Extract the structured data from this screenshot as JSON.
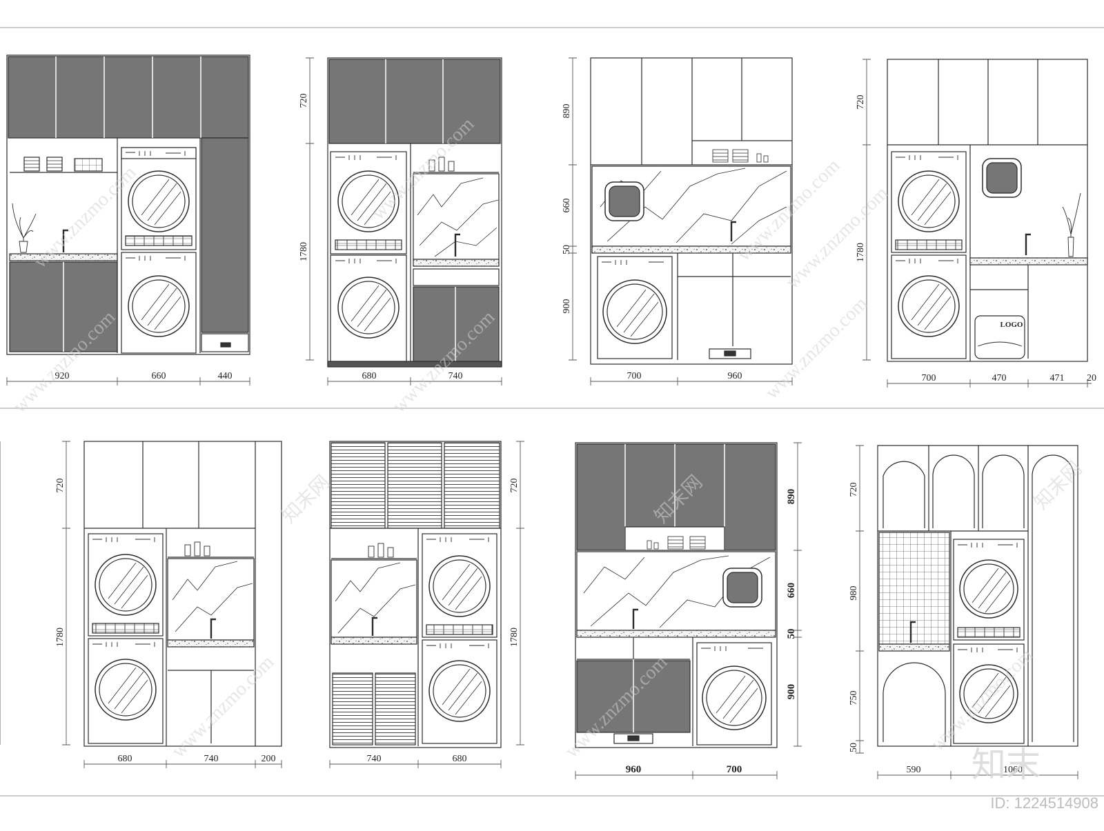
{
  "colors": {
    "panel_dark": "#767676",
    "line": "#2a2a2a",
    "dim_line": "#555555",
    "frame": "#9a9a9a",
    "watermark": "#cfcfcf"
  },
  "elevations": [
    {
      "id": "e1",
      "bottom_dims": [
        "920",
        "660",
        "440"
      ],
      "side_dims": []
    },
    {
      "id": "e2",
      "bottom_dims": [
        "680",
        "740"
      ],
      "side_dims": [
        "720",
        "1780"
      ]
    },
    {
      "id": "e3",
      "bottom_dims": [
        "700",
        "960"
      ],
      "side_dims": [
        "890",
        "660",
        "50",
        "900"
      ]
    },
    {
      "id": "e4",
      "bottom_dims": [
        "700",
        "470",
        "471",
        "20"
      ],
      "side_dims": [
        "720",
        "1780"
      ],
      "logo_label": "LOGO"
    },
    {
      "id": "e5",
      "bottom_dims": [
        "680",
        "740",
        "200"
      ],
      "side_dims": [
        "720",
        "1780"
      ]
    },
    {
      "id": "e6",
      "bottom_dims": [
        "740",
        "680"
      ],
      "side_dims": [
        "720",
        "1780"
      ]
    },
    {
      "id": "e7",
      "bottom_dims": [
        "960",
        "700"
      ],
      "side_dims": [
        "890",
        "660",
        "50",
        "900"
      ]
    },
    {
      "id": "e8",
      "bottom_dims": [
        "590",
        "1060"
      ],
      "side_dims": [
        "720",
        "980",
        "750",
        "50"
      ]
    }
  ],
  "watermark": {
    "url_text": "www.znzmo.com",
    "cn_text": "知末网",
    "logo_text": "知末",
    "id_text": "ID: 1224514908"
  }
}
